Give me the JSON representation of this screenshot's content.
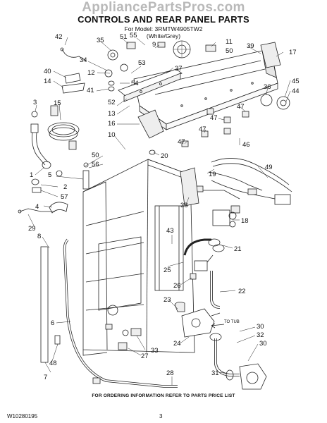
{
  "header": {
    "watermark": "AppliancePartsPros.com",
    "title": "CONTROLS AND REAR PANEL PARTS",
    "model_line": "For Model: 3RMTW4905TW2",
    "variant": "(White/Grey)"
  },
  "footer": {
    "note": "FOR ORDERING INFORMATION REFER TO PARTS PRICE LIST",
    "doc_id": "W10280195",
    "page_number": "3"
  },
  "diagram_labels": {
    "to_tub": "TO TUB"
  },
  "callouts": [
    {
      "id": "c42",
      "text": "42"
    },
    {
      "id": "c35",
      "text": "35"
    },
    {
      "id": "c51",
      "text": "51"
    },
    {
      "id": "c55",
      "text": "55"
    },
    {
      "id": "c9",
      "text": "9"
    },
    {
      "id": "c11",
      "text": "11"
    },
    {
      "id": "c50a",
      "text": "50"
    },
    {
      "id": "c39",
      "text": "39"
    },
    {
      "id": "c17",
      "text": "17"
    },
    {
      "id": "c34",
      "text": "34"
    },
    {
      "id": "c53",
      "text": "53"
    },
    {
      "id": "c37",
      "text": "37"
    },
    {
      "id": "c40",
      "text": "40"
    },
    {
      "id": "c12",
      "text": "12"
    },
    {
      "id": "c54",
      "text": "54"
    },
    {
      "id": "c14",
      "text": "14"
    },
    {
      "id": "c41",
      "text": "41"
    },
    {
      "id": "c45",
      "text": "45"
    },
    {
      "id": "c36",
      "text": "36"
    },
    {
      "id": "c44",
      "text": "44"
    },
    {
      "id": "c52",
      "text": "52"
    },
    {
      "id": "c3",
      "text": "3"
    },
    {
      "id": "c15",
      "text": "15"
    },
    {
      "id": "c13",
      "text": "13"
    },
    {
      "id": "c47a",
      "text": "47"
    },
    {
      "id": "c47b",
      "text": "47"
    },
    {
      "id": "c16",
      "text": "16"
    },
    {
      "id": "c47c",
      "text": "47"
    },
    {
      "id": "c10",
      "text": "10"
    },
    {
      "id": "c47d",
      "text": "47"
    },
    {
      "id": "c46",
      "text": "46"
    },
    {
      "id": "c20",
      "text": "20"
    },
    {
      "id": "c50b",
      "text": "50"
    },
    {
      "id": "c56",
      "text": "56"
    },
    {
      "id": "c5",
      "text": "5"
    },
    {
      "id": "c1",
      "text": "1"
    },
    {
      "id": "c19",
      "text": "19"
    },
    {
      "id": "c49",
      "text": "49"
    },
    {
      "id": "c2",
      "text": "2"
    },
    {
      "id": "c57",
      "text": "57"
    },
    {
      "id": "c4",
      "text": "4"
    },
    {
      "id": "c38",
      "text": "38"
    },
    {
      "id": "c18",
      "text": "18"
    },
    {
      "id": "c29",
      "text": "29"
    },
    {
      "id": "c8",
      "text": "8"
    },
    {
      "id": "c43",
      "text": "43"
    },
    {
      "id": "c21",
      "text": "21"
    },
    {
      "id": "c25",
      "text": "25"
    },
    {
      "id": "c26",
      "text": "26"
    },
    {
      "id": "c22",
      "text": "22"
    },
    {
      "id": "c6",
      "text": "6"
    },
    {
      "id": "c23",
      "text": "23"
    },
    {
      "id": "c24",
      "text": "24"
    },
    {
      "id": "c30a",
      "text": "30"
    },
    {
      "id": "c32",
      "text": "32"
    },
    {
      "id": "c33",
      "text": "33"
    },
    {
      "id": "c30b",
      "text": "30"
    },
    {
      "id": "c27",
      "text": "27"
    },
    {
      "id": "c7",
      "text": "7"
    },
    {
      "id": "c48",
      "text": "48"
    },
    {
      "id": "c28",
      "text": "28"
    },
    {
      "id": "c31",
      "text": "31"
    }
  ]
}
